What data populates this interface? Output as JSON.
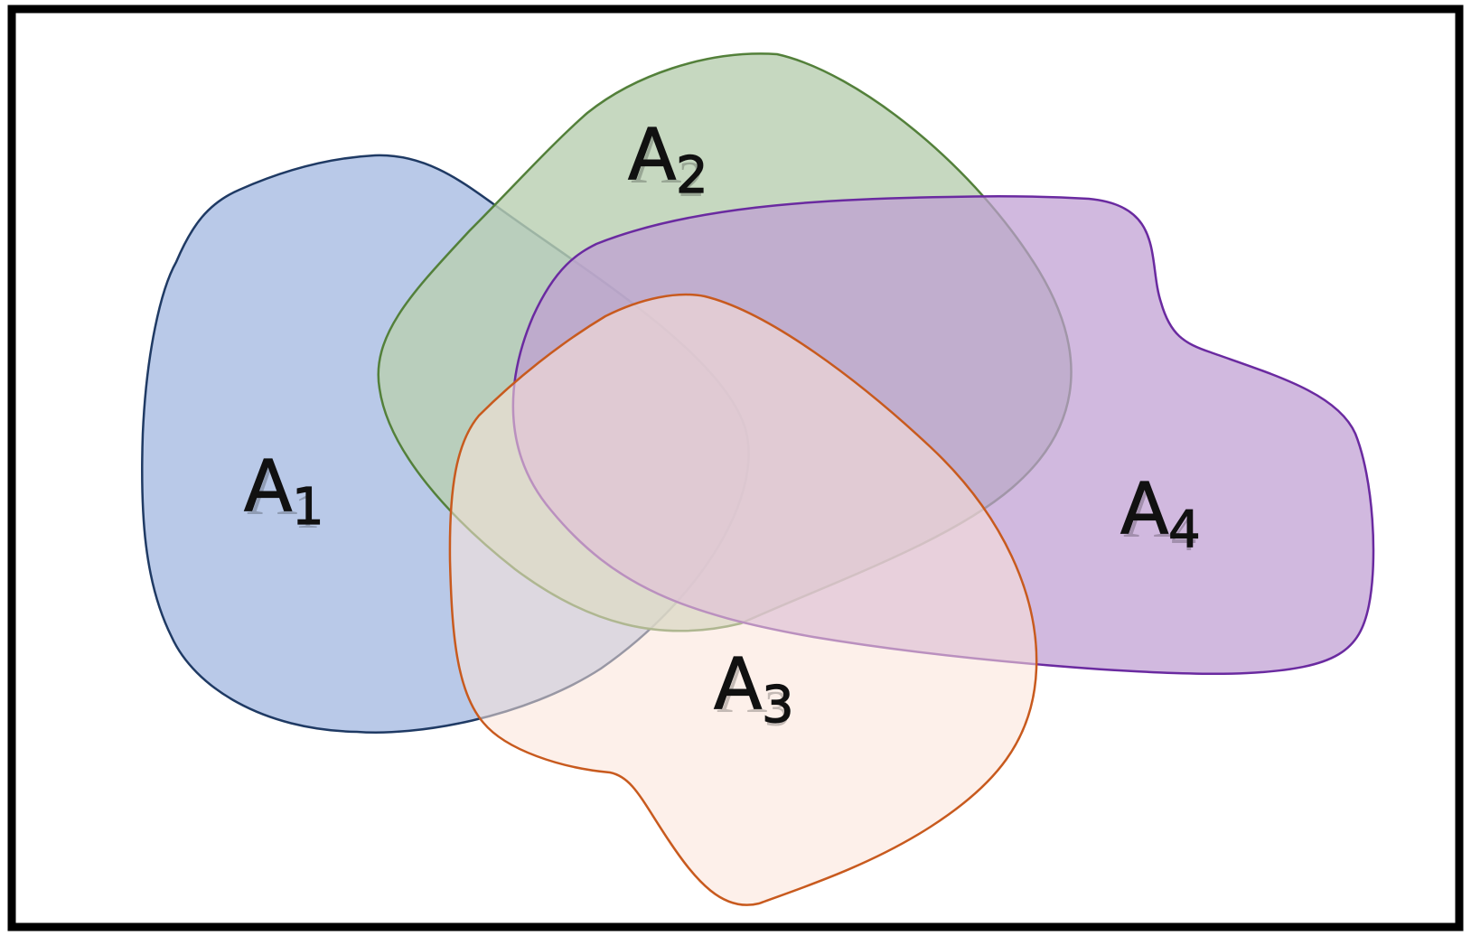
{
  "diagram": {
    "sets": [
      {
        "id": "A1",
        "letter": "A",
        "subscript": "1",
        "fill": "#b9c9e8",
        "stroke": "#1f3a64"
      },
      {
        "id": "A2",
        "letter": "A",
        "subscript": "2",
        "fill": "#b9cfb2",
        "stroke": "#53803a"
      },
      {
        "id": "A4",
        "letter": "A",
        "subscript": "4",
        "fill": "#bf9ed2",
        "stroke": "#6a2aa0"
      },
      {
        "id": "A3",
        "letter": "A",
        "subscript": "3",
        "fill": "#fbe4d8",
        "stroke": "#c85a1e"
      }
    ],
    "border_color": "#000000",
    "background": "#ffffff"
  }
}
